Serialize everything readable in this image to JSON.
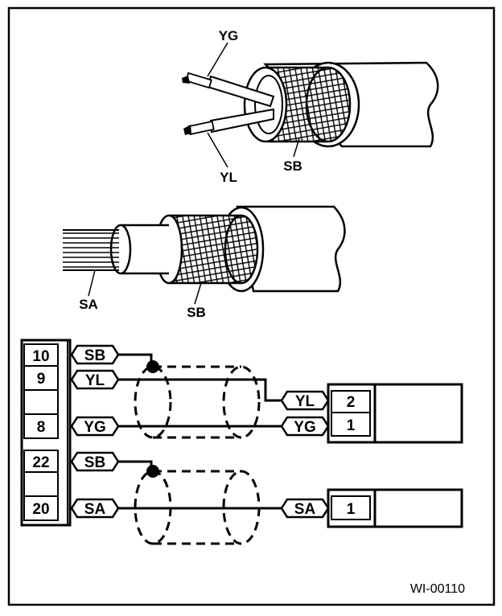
{
  "figure_id": "WI-00110",
  "cable1": {
    "wire_labels": [
      "YG",
      "YL"
    ],
    "shield_label": "SB"
  },
  "cable2": {
    "core_label": "SA",
    "shield_label": "SB"
  },
  "connector_left": {
    "pins": [
      {
        "number": "10",
        "signal": "SB"
      },
      {
        "number": "9",
        "signal": "YL"
      },
      {
        "number": "8",
        "signal": "YG"
      },
      {
        "number": "22",
        "signal": "SB"
      },
      {
        "number": "20",
        "signal": "SA"
      }
    ]
  },
  "connector_right_1": {
    "pins": [
      {
        "number": "2",
        "signal": "YL"
      },
      {
        "number": "1",
        "signal": "YG"
      }
    ]
  },
  "connector_right_2": {
    "pins": [
      {
        "number": "1",
        "signal": "SA"
      }
    ]
  }
}
